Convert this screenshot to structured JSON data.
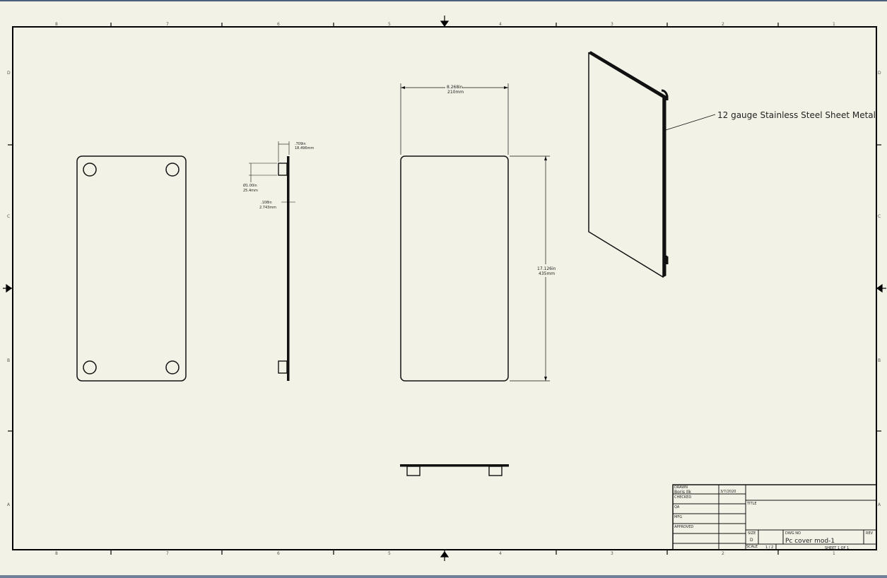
{
  "colors": {
    "paper": "#f3f2e6",
    "line": "#111111",
    "frame": "#000000",
    "window_edge": "#4a5f7a"
  },
  "zones": {
    "columns": [
      "8",
      "7",
      "6",
      "5",
      "4",
      "3",
      "2",
      "1"
    ],
    "rows": [
      "D",
      "C",
      "B",
      "A"
    ]
  },
  "side_view": {
    "flange_thickness": {
      "in": ".709in",
      "mm": "18.496mm"
    },
    "hole_diameter": {
      "in": "Ø1.00in",
      "mm": "25.4mm"
    },
    "sheet_thickness": {
      "in": ".108in",
      "mm": "2.743mm"
    }
  },
  "front_view": {
    "width": {
      "in": "8.268in",
      "mm": "210mm"
    },
    "height": {
      "in": "17.126in",
      "mm": "435mm"
    }
  },
  "iso_view": {
    "callout": "12 gauge Stainless Steel Sheet Metal"
  },
  "title_block": {
    "drawn_label": "DRAWN",
    "drawn_by": "Boris Ilk",
    "drawn_date": "3/7/2020",
    "checked_label": "CHECKED",
    "qa_label": "QA",
    "mfg_label": "MFG",
    "approved_label": "APPROVED",
    "title_label": "TITLE",
    "size_label": "SIZE",
    "size_value": "D",
    "dwg_no_label": "DWG NO",
    "dwg_no": "Pc cover mod-1",
    "rev_label": "REV",
    "scale_label": "SCALE",
    "scale_value": "1 / 2",
    "sheet_text": "SHEET 1 OF 1"
  }
}
